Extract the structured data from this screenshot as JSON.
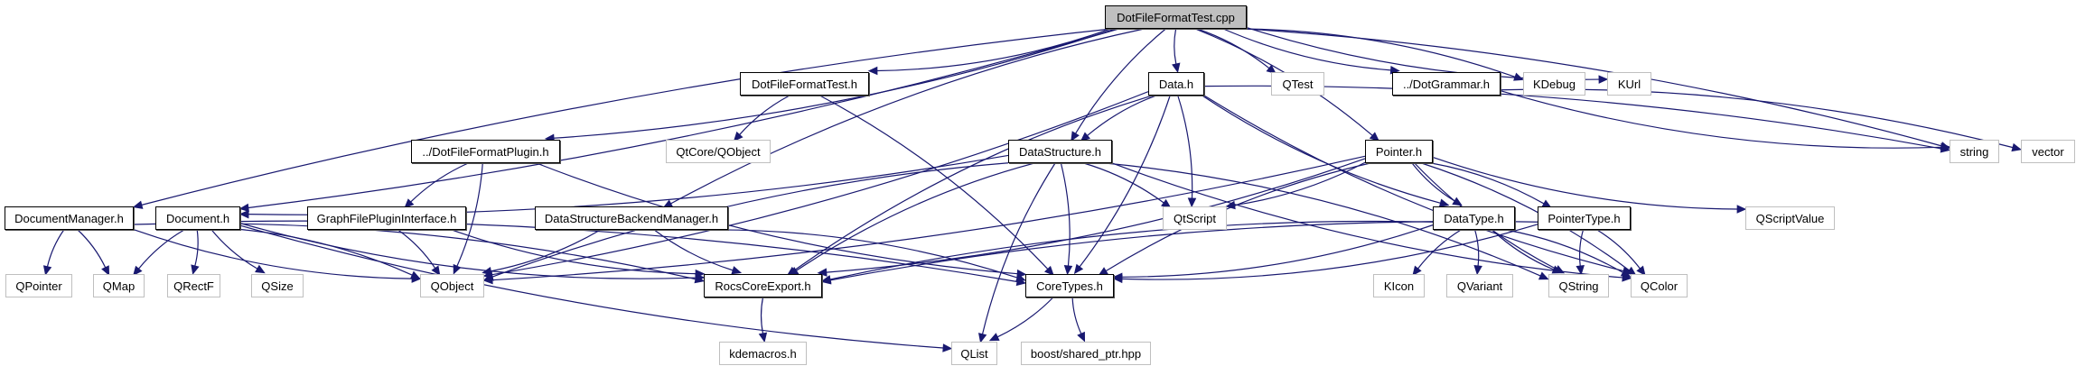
{
  "diagram": {
    "title": "DotFileFormatTest.cpp include dependency graph",
    "edge_color": "#191970",
    "nodes": [
      {
        "id": "root",
        "label": "DotFileFormatTest.cpp",
        "kind": "root"
      },
      {
        "id": "dfft_h",
        "label": "DotFileFormatTest.h",
        "kind": "internal"
      },
      {
        "id": "data_h",
        "label": "Data.h",
        "kind": "internal"
      },
      {
        "id": "qtest",
        "label": "QTest",
        "kind": "external"
      },
      {
        "id": "dotgrammar",
        "label": "../DotGrammar.h",
        "kind": "internal"
      },
      {
        "id": "kdebug",
        "label": "KDebug",
        "kind": "external"
      },
      {
        "id": "kurl",
        "label": "KUrl",
        "kind": "external"
      },
      {
        "id": "dffplugin",
        "label": "../DotFileFormatPlugin.h",
        "kind": "internal"
      },
      {
        "id": "qtcore_qobject",
        "label": "QtCore/QObject",
        "kind": "external"
      },
      {
        "id": "datastructure_h",
        "label": "DataStructure.h",
        "kind": "internal"
      },
      {
        "id": "pointer_h",
        "label": "Pointer.h",
        "kind": "internal"
      },
      {
        "id": "string",
        "label": "string",
        "kind": "external"
      },
      {
        "id": "vector",
        "label": "vector",
        "kind": "external"
      },
      {
        "id": "docmanager_h",
        "label": "DocumentManager.h",
        "kind": "internal"
      },
      {
        "id": "document_h",
        "label": "Document.h",
        "kind": "internal"
      },
      {
        "id": "graphplugin_h",
        "label": "GraphFilePluginInterface.h",
        "kind": "internal"
      },
      {
        "id": "dsbackend_h",
        "label": "DataStructureBackendManager.h",
        "kind": "internal"
      },
      {
        "id": "qtscript",
        "label": "QtScript",
        "kind": "external"
      },
      {
        "id": "datatype_h",
        "label": "DataType.h",
        "kind": "internal"
      },
      {
        "id": "pointertype_h",
        "label": "PointerType.h",
        "kind": "internal"
      },
      {
        "id": "qscriptvalue",
        "label": "QScriptValue",
        "kind": "external"
      },
      {
        "id": "qpointer",
        "label": "QPointer",
        "kind": "external"
      },
      {
        "id": "qmap",
        "label": "QMap",
        "kind": "external"
      },
      {
        "id": "qrectf",
        "label": "QRectF",
        "kind": "external"
      },
      {
        "id": "qsize",
        "label": "QSize",
        "kind": "external"
      },
      {
        "id": "qobject",
        "label": "QObject",
        "kind": "external"
      },
      {
        "id": "rocscore_h",
        "label": "RocsCoreExport.h",
        "kind": "internal"
      },
      {
        "id": "coretypes_h",
        "label": "CoreTypes.h",
        "kind": "internal"
      },
      {
        "id": "kicon",
        "label": "KIcon",
        "kind": "external"
      },
      {
        "id": "qvariant",
        "label": "QVariant",
        "kind": "external"
      },
      {
        "id": "qstring",
        "label": "QString",
        "kind": "external"
      },
      {
        "id": "qcolor",
        "label": "QColor",
        "kind": "external"
      },
      {
        "id": "kdemacros",
        "label": "kdemacros.h",
        "kind": "external"
      },
      {
        "id": "qlist",
        "label": "QList",
        "kind": "external"
      },
      {
        "id": "boost_shared",
        "label": "boost/shared_ptr.hpp",
        "kind": "external"
      }
    ],
    "edges": [
      [
        "root",
        "dfft_h"
      ],
      [
        "root",
        "data_h"
      ],
      [
        "root",
        "qtest"
      ],
      [
        "root",
        "dotgrammar"
      ],
      [
        "root",
        "kdebug"
      ],
      [
        "root",
        "kurl"
      ],
      [
        "root",
        "dffplugin"
      ],
      [
        "root",
        "datastructure_h"
      ],
      [
        "root",
        "pointer_h"
      ],
      [
        "root",
        "docmanager_h"
      ],
      [
        "root",
        "document_h"
      ],
      [
        "root",
        "dsbackend_h"
      ],
      [
        "root",
        "string"
      ],
      [
        "dfft_h",
        "qtcore_qobject"
      ],
      [
        "dfft_h",
        "coretypes_h"
      ],
      [
        "data_h",
        "datastructure_h"
      ],
      [
        "data_h",
        "qtscript"
      ],
      [
        "data_h",
        "datatype_h"
      ],
      [
        "data_h",
        "qobject"
      ],
      [
        "data_h",
        "rocscore_h"
      ],
      [
        "data_h",
        "coretypes_h"
      ],
      [
        "data_h",
        "qcolor"
      ],
      [
        "data_h",
        "string"
      ],
      [
        "dotgrammar",
        "string"
      ],
      [
        "dotgrammar",
        "vector"
      ],
      [
        "dffplugin",
        "graphplugin_h"
      ],
      [
        "dffplugin",
        "qobject"
      ],
      [
        "dffplugin",
        "coretypes_h"
      ],
      [
        "datastructure_h",
        "document_h"
      ],
      [
        "datastructure_h",
        "qobject"
      ],
      [
        "datastructure_h",
        "qtscript"
      ],
      [
        "datastructure_h",
        "rocscore_h"
      ],
      [
        "datastructure_h",
        "coretypes_h"
      ],
      [
        "datastructure_h",
        "qlist"
      ],
      [
        "datastructure_h",
        "qstring"
      ],
      [
        "datastructure_h",
        "qcolor"
      ],
      [
        "pointer_h",
        "qtscript"
      ],
      [
        "pointer_h",
        "datatype_h"
      ],
      [
        "pointer_h",
        "pointertype_h"
      ],
      [
        "pointer_h",
        "qscriptvalue"
      ],
      [
        "pointer_h",
        "rocscore_h"
      ],
      [
        "pointer_h",
        "coretypes_h"
      ],
      [
        "pointer_h",
        "qobject"
      ],
      [
        "pointer_h",
        "qstring"
      ],
      [
        "pointer_h",
        "qcolor"
      ],
      [
        "docmanager_h",
        "qpointer"
      ],
      [
        "docmanager_h",
        "qmap"
      ],
      [
        "docmanager_h",
        "qobject"
      ],
      [
        "docmanager_h",
        "rocscore_h"
      ],
      [
        "document_h",
        "qmap"
      ],
      [
        "document_h",
        "qrectf"
      ],
      [
        "document_h",
        "qsize"
      ],
      [
        "document_h",
        "qobject"
      ],
      [
        "document_h",
        "rocscore_h"
      ],
      [
        "document_h",
        "coretypes_h"
      ],
      [
        "document_h",
        "qlist"
      ],
      [
        "graphplugin_h",
        "qobject"
      ],
      [
        "graphplugin_h",
        "rocscore_h"
      ],
      [
        "dsbackend_h",
        "qobject"
      ],
      [
        "dsbackend_h",
        "rocscore_h"
      ],
      [
        "dsbackend_h",
        "coretypes_h"
      ],
      [
        "datatype_h",
        "kicon"
      ],
      [
        "datatype_h",
        "qvariant"
      ],
      [
        "datatype_h",
        "qstring"
      ],
      [
        "datatype_h",
        "qcolor"
      ],
      [
        "datatype_h",
        "rocscore_h"
      ],
      [
        "datatype_h",
        "coretypes_h"
      ],
      [
        "pointertype_h",
        "qstring"
      ],
      [
        "pointertype_h",
        "qcolor"
      ],
      [
        "pointertype_h",
        "rocscore_h"
      ],
      [
        "pointertype_h",
        "coretypes_h"
      ],
      [
        "rocscore_h",
        "kdemacros"
      ],
      [
        "coretypes_h",
        "qlist"
      ],
      [
        "coretypes_h",
        "boost_shared"
      ]
    ]
  }
}
